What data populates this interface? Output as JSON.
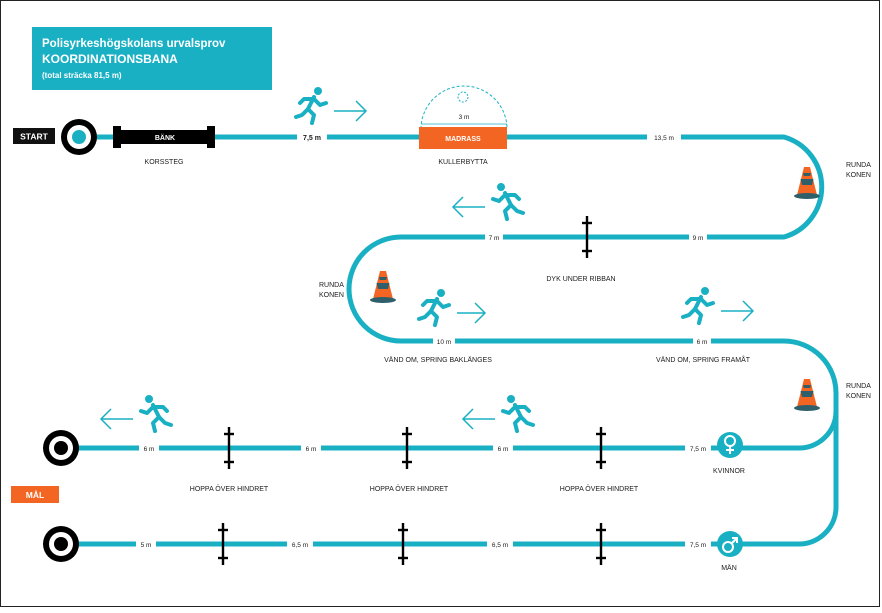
{
  "header": {
    "title_line1": "Polisyrkeshögskolans urvalsprov",
    "title_line2": "KOORDINATIONSBANA",
    "subtitle": "(total sträcka 81,5 m)"
  },
  "badges": {
    "start": "START",
    "goal": "MÅL"
  },
  "stations": {
    "bench": "BÄNK",
    "korssteg": "KORSSTEG",
    "mat": "MADRASS",
    "kullerbytta": "KULLERBYTTA",
    "arc_distance": "3 m",
    "round_cone": "RUNDA\nKONEN",
    "dive": "DYK UNDER RIBBAN",
    "backwards": "VÄND OM, SPRING BAKLÄNGES",
    "forward": "VÄND OM, SPRING FRAMÅT",
    "hurdle": "HOPPA ÖVER HINDRET",
    "women": "KVINNOR",
    "men": "MÄN"
  },
  "segments": {
    "row1": [
      "7,5 m",
      "13,5 m"
    ],
    "row2": [
      "7 m",
      "9 m"
    ],
    "row3": [
      "10 m",
      "6 m"
    ],
    "women": [
      "6 m",
      "6 m",
      "6 m",
      "7,5 m"
    ],
    "men": [
      "5 m",
      "6,5 m",
      "6,5 m",
      "7,5 m"
    ]
  },
  "colors": {
    "teal": "#1ab0c4",
    "orange": "#f26522",
    "black": "#000000",
    "cone_dark": "#2f5f6b"
  }
}
